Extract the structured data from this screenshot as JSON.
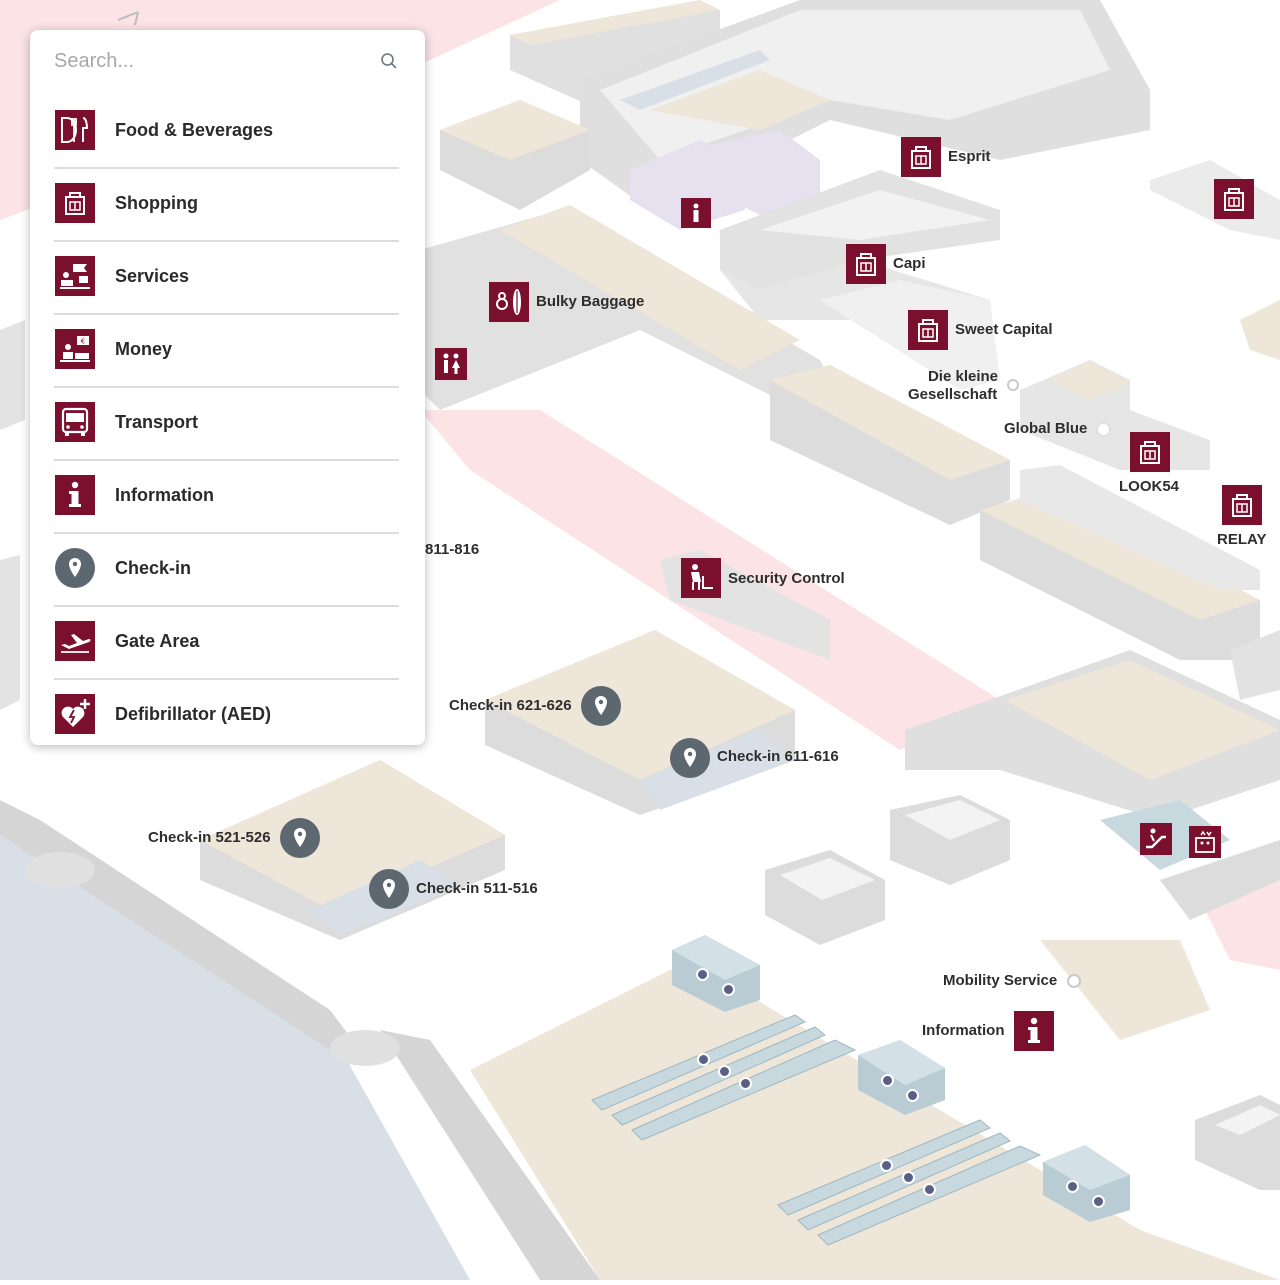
{
  "search": {
    "placeholder": "Search..."
  },
  "categories": [
    {
      "label": "Food & Beverages",
      "icon": "food-icon"
    },
    {
      "label": "Shopping",
      "icon": "shopping-bag-icon"
    },
    {
      "label": "Services",
      "icon": "services-icon"
    },
    {
      "label": "Money",
      "icon": "money-icon"
    },
    {
      "label": "Transport",
      "icon": "bus-icon"
    },
    {
      "label": "Information",
      "icon": "information-icon"
    },
    {
      "label": "Check-in",
      "icon": "map-pin-icon"
    },
    {
      "label": "Gate Area",
      "icon": "airplane-icon"
    },
    {
      "label": "Defibrillator (AED)",
      "icon": "defibrillator-icon"
    }
  ],
  "map": {
    "labels": {
      "esprit": "Esprit",
      "capi": "Capi",
      "sweet_capital": "Sweet Capital",
      "die_kleine_1": "Die kleine",
      "die_kleine_2": "Gesellschaft",
      "global_blue": "Global Blue",
      "look54": "LOOK54",
      "relay": "RELAY",
      "bulky_baggage": "Bulky Baggage",
      "security_control": "Security Control",
      "checkin_811": "811-816",
      "checkin_621": "Check-in 621-626",
      "checkin_611": "Check-in 611-616",
      "checkin_521": "Check-in 521-526",
      "checkin_511": "Check-in 511-516",
      "mobility_service": "Mobility Service",
      "information": "Information"
    }
  },
  "colors": {
    "brand": "#7a0f2e",
    "pin": "#5c6770",
    "wall": "#dcdcdc",
    "floor_beige": "#eee6d8",
    "security_zone": "#fbe3e6",
    "water": "#d9dfe7",
    "lounge": "#e7e1ef",
    "glass": "#c7d8de",
    "conveyor_dot": "#5a5f86"
  }
}
